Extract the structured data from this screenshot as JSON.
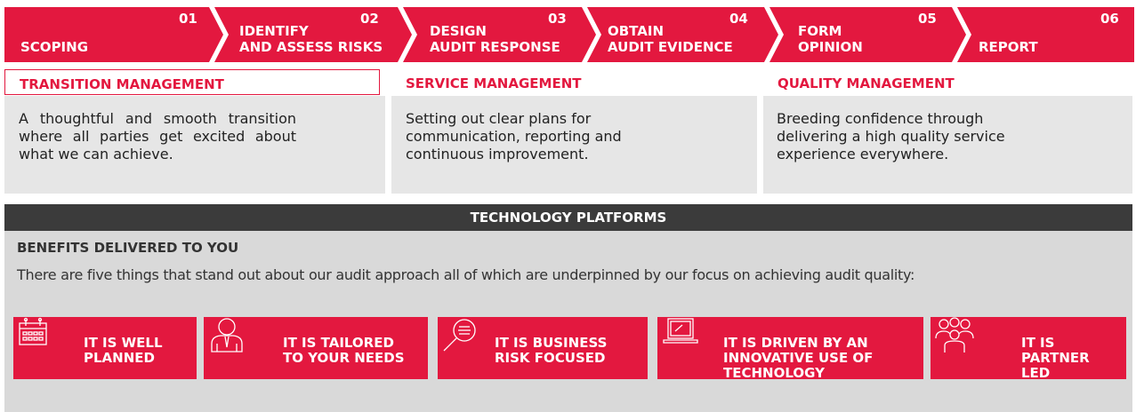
{
  "steps": [
    {
      "num": "01",
      "label": "SCOPING"
    },
    {
      "num": "02",
      "label": "IDENTIFY\nAND ASSESS RISKS"
    },
    {
      "num": "03",
      "label": "DESIGN\nAUDIT RESPONSE"
    },
    {
      "num": "04",
      "label": "OBTAIN\nAUDIT EVIDENCE"
    },
    {
      "num": "05",
      "label": "FORM\nOPINION"
    },
    {
      "num": "06",
      "label": "REPORT"
    }
  ],
  "management": [
    {
      "title": "TRANSITION MANAGEMENT",
      "text": "A thoughtful and smooth transition where all parties get excited about what we can achieve."
    },
    {
      "title": "SERVICE MANAGEMENT",
      "text": "Setting out clear plans for communication, reporting and continuous improvement."
    },
    {
      "title": "QUALITY MANAGEMENT",
      "text": "Breeding confidence through delivering a high quality service experience everywhere."
    }
  ],
  "technology": {
    "label": "TECHNOLOGY PLATFORMS"
  },
  "benefits": {
    "title": "BENEFITS DELIVERED TO YOU",
    "intro": "There are five things that stand out about our audit approach all of which are underpinned by our focus on achieving audit quality:",
    "cards": [
      {
        "label": "IT IS WELL\nPLANNED",
        "icon": "calendar-icon"
      },
      {
        "label": "IT IS TAILORED\nTO YOUR NEEDS",
        "icon": "person-icon"
      },
      {
        "label": "IT IS BUSINESS\nRISK FOCUSED",
        "icon": "magnifier-icon"
      },
      {
        "label": "IT IS DRIVEN BY AN\nINNOVATIVE USE OF\nTECHNOLOGY",
        "icon": "laptop-icon"
      },
      {
        "label": "IT IS\nPARTNER\nLED",
        "icon": "team-icon"
      }
    ]
  },
  "colors": {
    "accent": "#e3183f",
    "dark": "#3b3b3b",
    "panel": "#e6e6e6",
    "benefits_bg": "#d9d9d9"
  }
}
